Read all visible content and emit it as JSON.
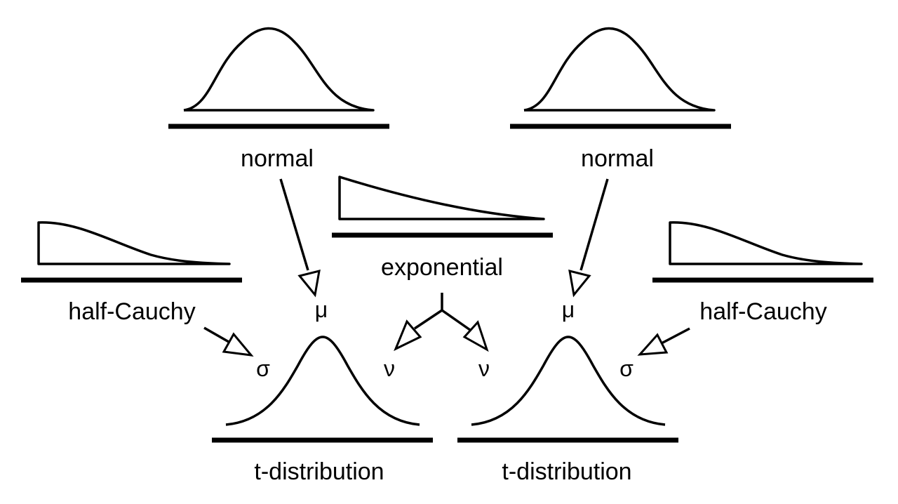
{
  "labels": {
    "normal_left": "normal",
    "normal_right": "normal",
    "exponential": "exponential",
    "half_cauchy_left": "half-Cauchy",
    "half_cauchy_right": "half-Cauchy",
    "t_distribution_left": "t-distribution",
    "t_distribution_right": "t-distribution"
  },
  "params": {
    "mu_left": "μ",
    "mu_right": "μ",
    "sigma_left": "σ",
    "sigma_right": "σ",
    "nu_left": "ν",
    "nu_right": "ν"
  }
}
